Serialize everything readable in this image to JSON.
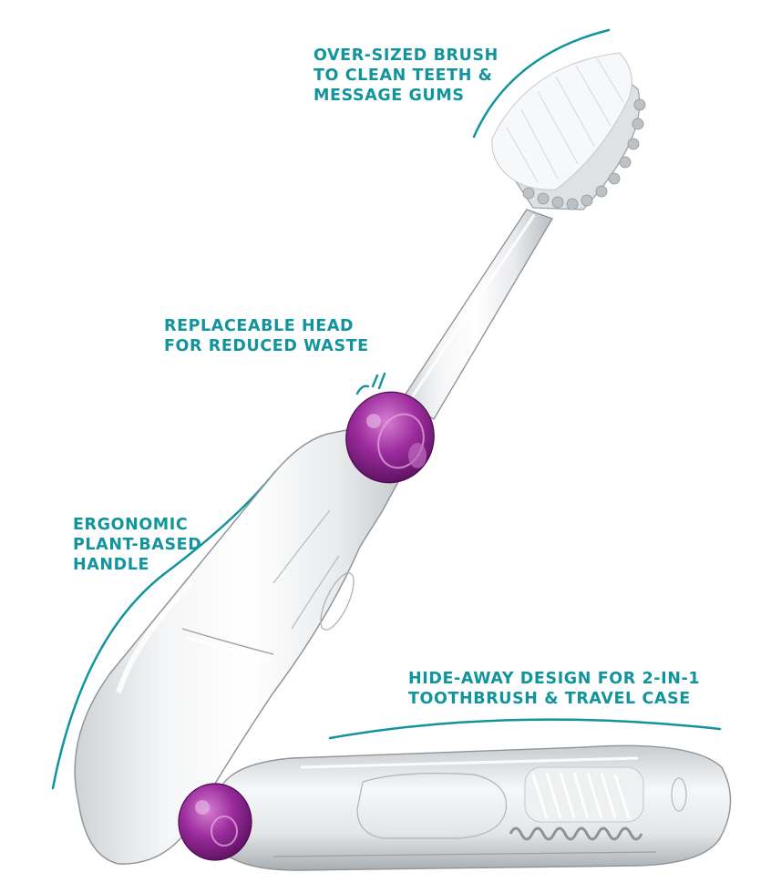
{
  "accent_color": "#11949c",
  "knob_color": "#9b2c9c",
  "callouts": [
    {
      "id": "brush",
      "lines": [
        "OVER-SIZED BRUSH",
        "TO CLEAN TEETH &",
        "MESSAGE GUMS"
      ]
    },
    {
      "id": "head",
      "lines": [
        "REPLACEABLE HEAD",
        "FOR REDUCED WASTE"
      ]
    },
    {
      "id": "handle",
      "lines": [
        "ERGONOMIC",
        "PLANT-BASED",
        "HANDLE"
      ]
    },
    {
      "id": "case",
      "lines": [
        "HIDE-AWAY DESIGN FOR 2-IN-1",
        "TOOTHBRUSH & TRAVEL CASE"
      ]
    }
  ]
}
